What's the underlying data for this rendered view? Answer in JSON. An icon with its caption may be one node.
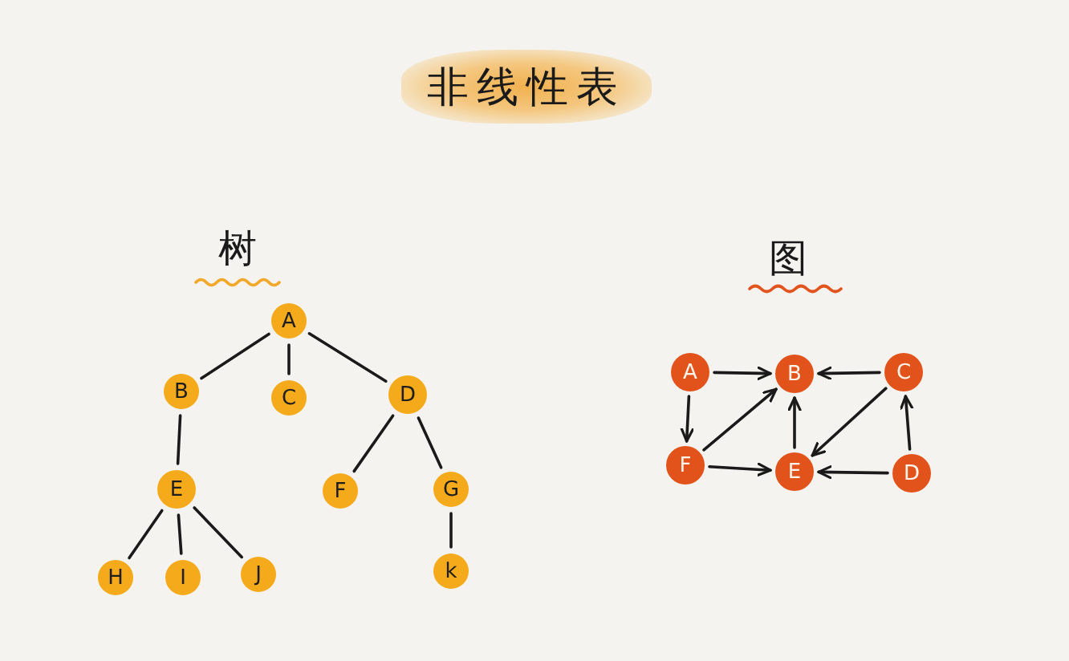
{
  "diagram": {
    "title": "非线性表",
    "nodes": [
      {
        "text": [
          "A"
        ]
      },
      {
        "text": [
          "B"
        ]
      },
      {
        "text": [
          "C"
        ]
      },
      {
        "text": [
          "D"
        ]
      },
      {
        "text": [
          "E"
        ]
      },
      {
        "text": [
          "F"
        ]
      },
      {
        "text": [
          "G"
        ]
      },
      {
        "text": [
          "H"
        ]
      },
      {
        "text": [
          "I"
        ]
      },
      {
        "text": [
          "J"
        ]
      },
      {
        "text": [
          "k"
        ]
      },
      {
        "text": [
          "A"
        ]
      },
      {
        "text": [
          "B"
        ]
      },
      {
        "text": [
          "C"
        ]
      },
      {
        "text": [
          "F"
        ]
      },
      {
        "text": [
          "E"
        ]
      },
      {
        "text": [
          "D"
        ]
      }
    ],
    "edges": [
      {
        "from": 0,
        "to": 1,
        "arrow": "none"
      },
      {
        "from": 0,
        "to": 2,
        "arrow": "none"
      },
      {
        "from": 0,
        "to": 3,
        "arrow": "none"
      },
      {
        "from": 1,
        "to": 4,
        "arrow": "none"
      },
      {
        "from": 3,
        "to": 5,
        "arrow": "none"
      },
      {
        "from": 3,
        "to": 6,
        "arrow": "none"
      },
      {
        "from": 4,
        "to": 7,
        "arrow": "none"
      },
      {
        "from": 4,
        "to": 8,
        "arrow": "none"
      },
      {
        "from": 4,
        "to": 9,
        "arrow": "none"
      },
      {
        "from": 6,
        "to": 10,
        "arrow": "none"
      },
      {
        "from": 11,
        "to": 12,
        "arrow": "to"
      },
      {
        "from": 13,
        "to": 12,
        "arrow": "to"
      },
      {
        "from": 11,
        "to": 14,
        "arrow": "to"
      },
      {
        "from": 14,
        "to": 12,
        "arrow": "to"
      },
      {
        "from": 13,
        "to": 15,
        "arrow": "to"
      },
      {
        "from": 14,
        "to": 15,
        "arrow": "to"
      },
      {
        "from": 15,
        "to": 12,
        "arrow": "to"
      },
      {
        "from": 16,
        "to": 15,
        "arrow": "to"
      },
      {
        "from": 16,
        "to": 13,
        "arrow": "to"
      }
    ],
    "labels": [
      "树",
      "图"
    ]
  }
}
